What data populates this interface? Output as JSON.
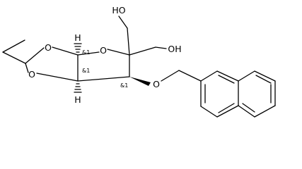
{
  "molecule": {
    "atoms": {
      "o_dioxolane_top": "O",
      "o_dioxolane_bottom": "O",
      "o_ring": "O",
      "o_ether": "O",
      "oh_upper": "HO",
      "oh_right": "OH",
      "h_top": "H",
      "h_bottom": "H"
    },
    "stereo": {
      "c1": "&1",
      "c2": "&1",
      "c3": "&1"
    },
    "colors": {
      "bond": "#000000",
      "background": "#ffffff"
    }
  }
}
